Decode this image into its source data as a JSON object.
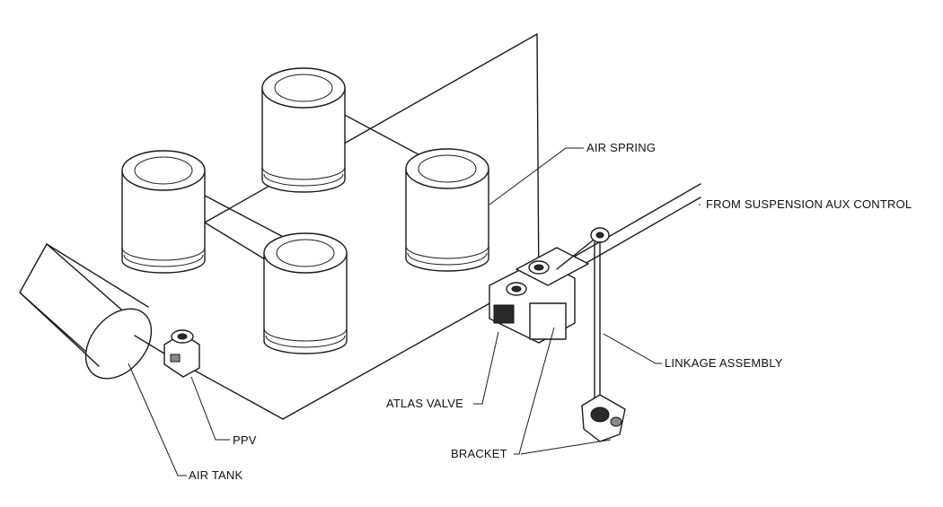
{
  "labels": {
    "air_spring": "AIR SPRING",
    "from_suspension": "FROM SUSPENSION AUX CONTROL",
    "linkage_assembly": "LINKAGE ASSEMBLY",
    "atlas_valve": "ATLAS VALVE",
    "bracket": "BRACKET",
    "ppv": "PPV",
    "air_tank": "AIR TANK"
  }
}
